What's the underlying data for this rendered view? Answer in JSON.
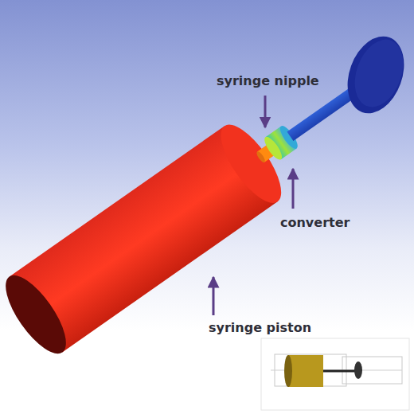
{
  "diagram": {
    "labels": [
      "syringe nipple",
      "converter",
      "syringe piston"
    ]
  }
}
